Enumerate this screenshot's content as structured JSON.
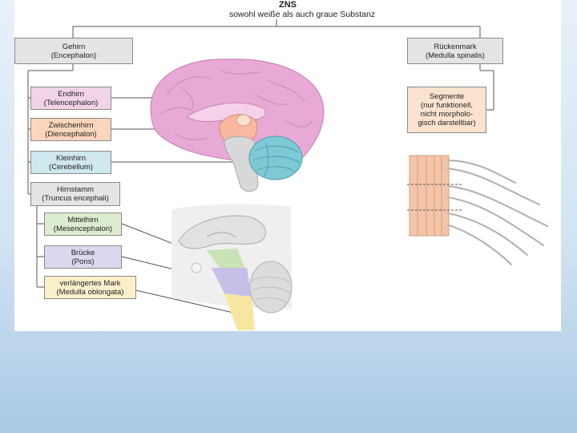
{
  "header": {
    "title": "ZNS",
    "subtitle": "sowohl weiße als auch graue Substanz"
  },
  "boxes": {
    "gehirn": {
      "line1": "Gehirn",
      "line2": "(Encephalon)"
    },
    "rueckenmark": {
      "line1": "Rückenmark",
      "line2": "(Medulla spinalis)"
    },
    "endhirn": {
      "line1": "Endhirn",
      "line2": "(Telencephalon)"
    },
    "zwischenhirn": {
      "line1": "Zwischenhirn",
      "line2": "(Diencephalon)"
    },
    "kleinhirn": {
      "line1": "Kleinhirn",
      "line2": "(Cerebellum)"
    },
    "hirnstamm": {
      "line1": "Hirnstamm",
      "line2": "(Truncus encephali)"
    },
    "mittelhirn": {
      "line1": "Mittelhirn",
      "line2": "(Mesencephalon)"
    },
    "bruecke": {
      "line1": "Brücke",
      "line2": "(Pons)"
    },
    "verlaengertes": {
      "line1": "verlängertes Mark",
      "line2": "(Medulla oblongata)"
    },
    "segmente": {
      "line1": "Segmente",
      "line2": "(nur funktionell,",
      "line3": "nicht morpholo-",
      "line4": "gisch darstellbar)"
    }
  },
  "colors": {
    "endhirn": "#f1d3e8",
    "zwischenhirn": "#fbd5bc",
    "kleinhirn": "#cfe7ee",
    "mittelhirn": "#dcecd0",
    "bruecke": "#dcd6ee",
    "verlaengertes": "#fbf0c9",
    "gehirn": "#e4e4e4"
  }
}
